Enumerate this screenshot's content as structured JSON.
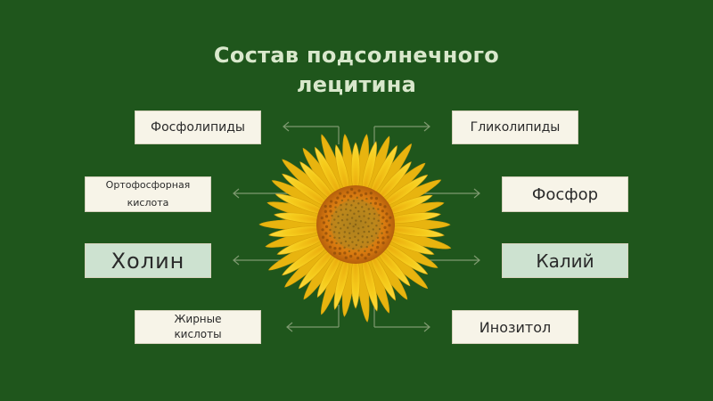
{
  "title": {
    "line1": "Состав подсолнечного",
    "line2": "лецитина"
  },
  "components": {
    "phospholipids": "Фосфолипиды",
    "glycolipids": "Гликолипиды",
    "orthophosphoric_line1": "Ортофосфорная",
    "orthophosphoric_line2": "кислота",
    "phosphorus": "Фосфор",
    "choline": "Холин",
    "potassium": "Калий",
    "fatty_acids_line1": "Жирные",
    "fatty_acids_line2": "кислоты",
    "inositol": "Инозитол"
  },
  "colors": {
    "background": "#1f561c",
    "title": "#d9e8cc",
    "box": "#f7f4e8",
    "box_highlight": "#cde2d0",
    "connector": "#7e9a70",
    "petal": "#f3c413",
    "center": "#d47a12"
  },
  "icons": {
    "center_image": "sunflower-icon"
  }
}
